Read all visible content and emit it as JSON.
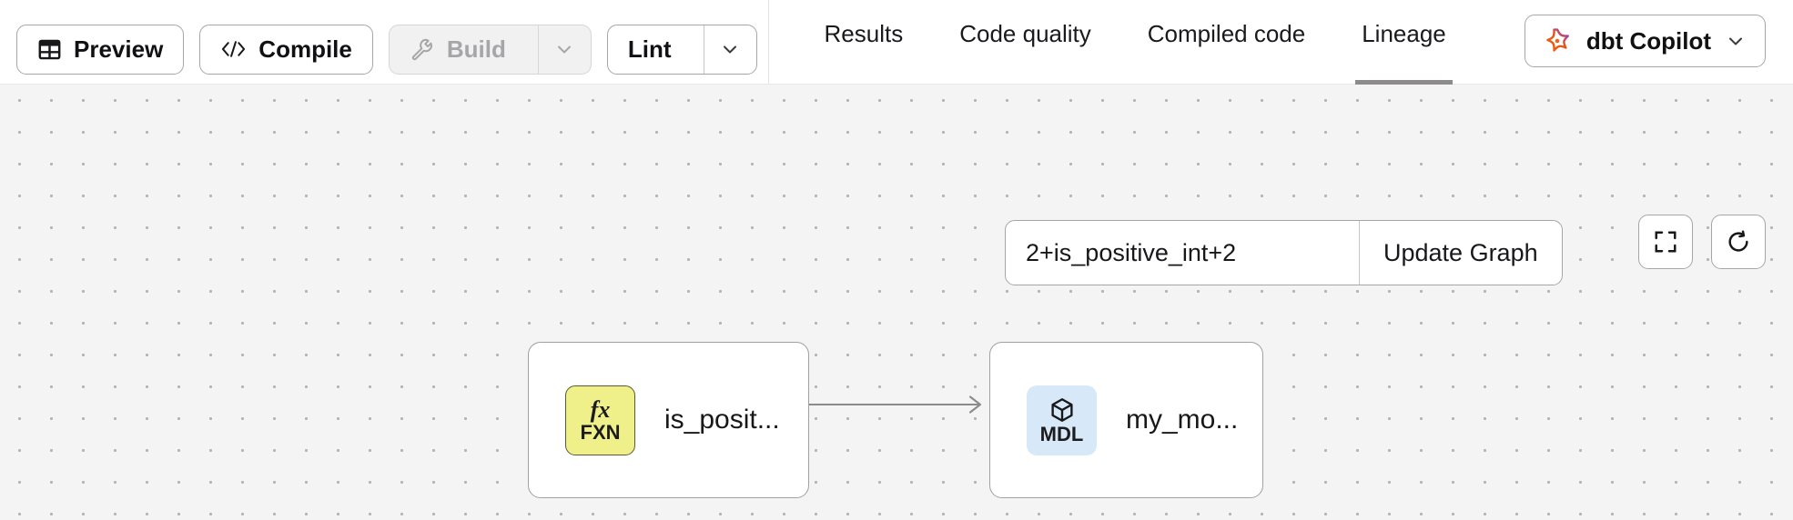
{
  "header": {
    "actions": [
      {
        "label": "Preview",
        "icon": "table-icon",
        "disabled": false,
        "has_caret": false
      },
      {
        "label": "Compile",
        "icon": "code-brackets-icon",
        "disabled": false,
        "has_caret": false
      },
      {
        "label": "Build",
        "icon": "wrench-icon",
        "disabled": true,
        "has_caret": true
      },
      {
        "label": "Lint",
        "icon": "none",
        "disabled": false,
        "has_caret": true
      }
    ],
    "tabs": [
      {
        "label": "Results",
        "active": false
      },
      {
        "label": "Code quality",
        "active": false
      },
      {
        "label": "Compiled code",
        "active": false
      },
      {
        "label": "Lineage",
        "active": true
      }
    ],
    "copilot": {
      "label": "dbt Copilot",
      "icon": "dbt-copilot-icon",
      "caret_icon": "chevron-down-icon",
      "icon_color_start": "#f2620f",
      "icon_color_end": "#7c3aed"
    },
    "active_tab_underline_color": "#8c8a8a"
  },
  "canvas": {
    "background_color": "#f4f4f5",
    "dot_color": "#b4b4b7",
    "selector": {
      "value": "2+is_positive_int+2",
      "placeholder": "Enter selector",
      "update_label": "Update Graph"
    },
    "controls": [
      {
        "name": "fit-view-button",
        "icon": "fullscreen-icon"
      },
      {
        "name": "refresh-button",
        "icon": "refresh-icon"
      }
    ],
    "nodes": [
      {
        "id": "fxn",
        "title": "is_posit...",
        "badge_label": "FXN",
        "badge_glyph": "fx",
        "badge_color": "#eff08a",
        "icon": "function-icon"
      },
      {
        "id": "mdl",
        "title": "my_mo...",
        "badge_label": "MDL",
        "badge_color": "#d7e8f9",
        "icon": "cube-icon"
      }
    ],
    "edge": {
      "from": "fxn",
      "to": "mdl",
      "color": "#8c8a8a",
      "arrow": "arrowhead-icon"
    }
  }
}
